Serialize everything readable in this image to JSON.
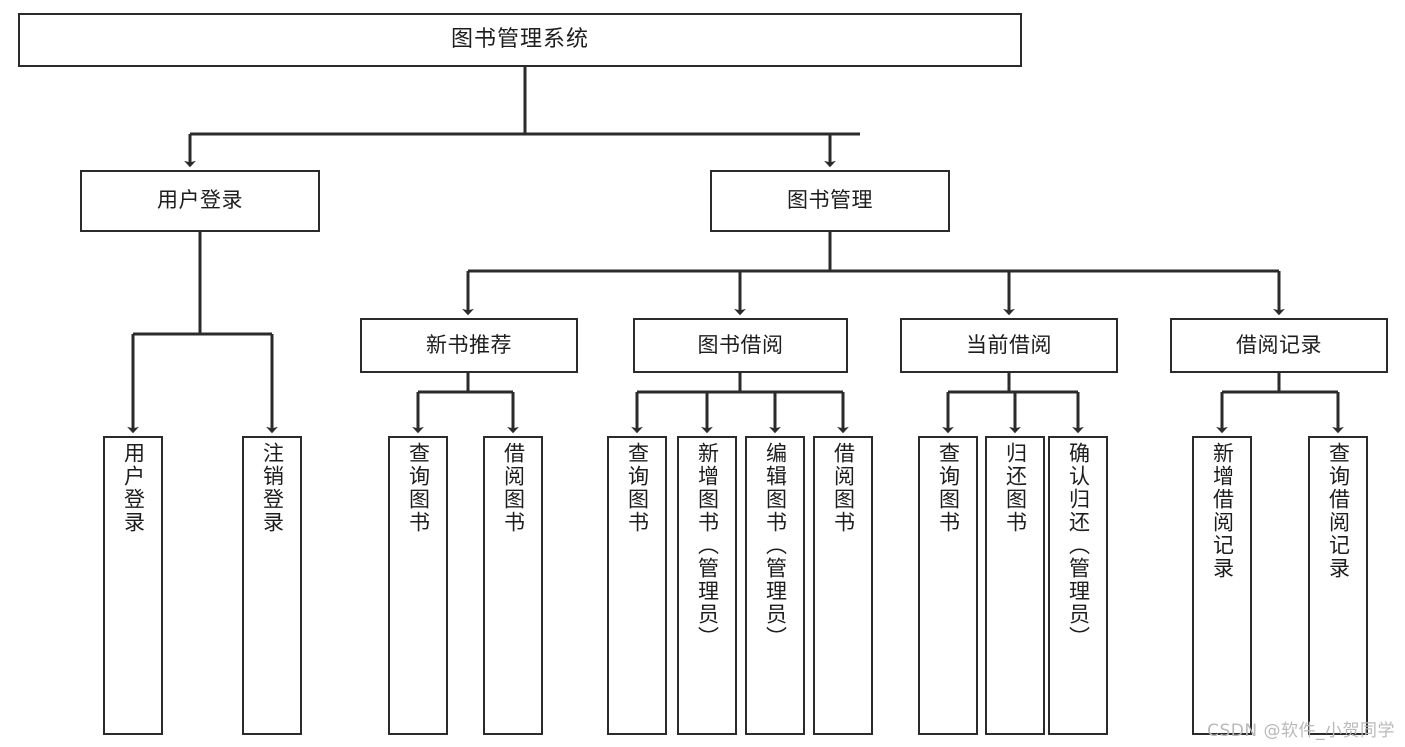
{
  "diagram": {
    "type": "tree",
    "title": "图书管理系统",
    "watermark": "CSDN @软件_小贺同学",
    "colors": {
      "box_border": "#2b2b2b",
      "box_fill": "#ffffff",
      "connector": "#2b2b2b",
      "text": "#1d1d1d",
      "watermark": "#b9b9b9",
      "background": "#ffffff"
    },
    "nodes": {
      "root": {
        "label": "图书管理系统"
      },
      "level2": [
        {
          "label": "用户登录"
        },
        {
          "label": "图书管理"
        }
      ],
      "level3": [
        {
          "label": "新书推荐"
        },
        {
          "label": "图书借阅"
        },
        {
          "label": "当前借阅"
        },
        {
          "label": "借阅记录"
        }
      ],
      "leaves_user_login": [
        {
          "label": "用户登录"
        },
        {
          "label": "注销登录"
        }
      ],
      "leaves_new_books": [
        {
          "label": "查询图书"
        },
        {
          "label": "借阅图书"
        }
      ],
      "leaves_borrow": [
        {
          "label": "查询图书"
        },
        {
          "label": "新增图书（管理员）"
        },
        {
          "label": "编辑图书（管理员）"
        },
        {
          "label": "借阅图书"
        }
      ],
      "leaves_current": [
        {
          "label": "查询图书"
        },
        {
          "label": "归还图书"
        },
        {
          "label": "确认归还（管理员）"
        }
      ],
      "leaves_records": [
        {
          "label": "新增借阅记录"
        },
        {
          "label": "查询借阅记录"
        }
      ]
    }
  }
}
